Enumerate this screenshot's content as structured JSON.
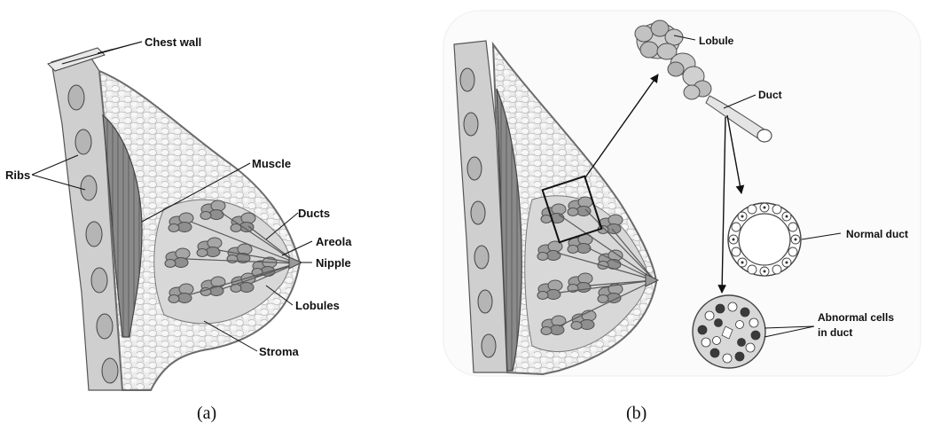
{
  "panel_a": {
    "labels": {
      "chest_wall": "Chest wall",
      "ribs": "Ribs",
      "muscle": "Muscle",
      "ducts": "Ducts",
      "areola": "Areola",
      "nipple": "Nipple",
      "lobules": "Lobules",
      "stroma": "Stroma"
    },
    "caption": "(a)"
  },
  "panel_b": {
    "labels": {
      "lobule": "Lobule",
      "duct": "Duct",
      "normal_duct": "Normal duct",
      "abnormal_line1": "Abnormal cells",
      "abnormal_line2": "in duct"
    },
    "caption": "(b)"
  },
  "colors": {
    "tissue_outline": "#6b6b6b",
    "fat_fill": "#e6e6e6",
    "lobule_fill": "#9a9a9a",
    "muscle_fill": "#7d7d7d",
    "rib_fill": "#bdbdbd",
    "abnormal_cell": "#3a3a3a"
  }
}
